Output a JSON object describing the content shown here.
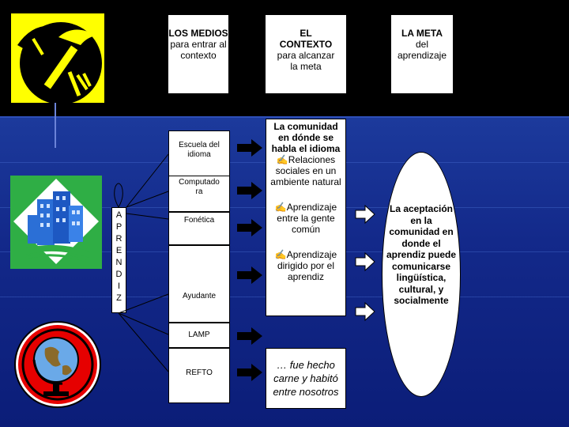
{
  "headers": {
    "means": {
      "title": "LOS MEDIOS",
      "subtitle": "para entrar al contexto"
    },
    "context": {
      "title": "EL CONTEXTO",
      "subtitle": "para alcanzar la meta"
    },
    "goal": {
      "title": "LA META",
      "subtitle": "del aprendizaje"
    }
  },
  "aprendiz_letters": [
    "A",
    "P",
    "R",
    "E",
    "N",
    "D",
    "I",
    "Z"
  ],
  "means": [
    "Escuela del idioma",
    "Computado ra",
    "Fonética",
    "Ayudante",
    "LAMP",
    "REFTO"
  ],
  "context": {
    "bold_intro": "La comunidad en dónde se habla el idioma",
    "item1": "✍Relaciones sociales en un ambiente natural",
    "item2": "✍Aprendizaje entre la gente común",
    "item3": "✍Aprendizaje dirigido por el aprendiz",
    "quote": "… fue hecho carne y habitó entre nosotros"
  },
  "goal_text": "La aceptación en la comunidad en donde el aprendiz puede comunicarse lingüística, cultural, y socialmente",
  "colors": {
    "background": "#0a1a6e",
    "black": "#000000",
    "white": "#ffffff",
    "yellow": "#ffff00",
    "green": "#2fae45"
  },
  "icons": [
    "tools-icon",
    "city-buildings-icon",
    "globe-icon"
  ]
}
